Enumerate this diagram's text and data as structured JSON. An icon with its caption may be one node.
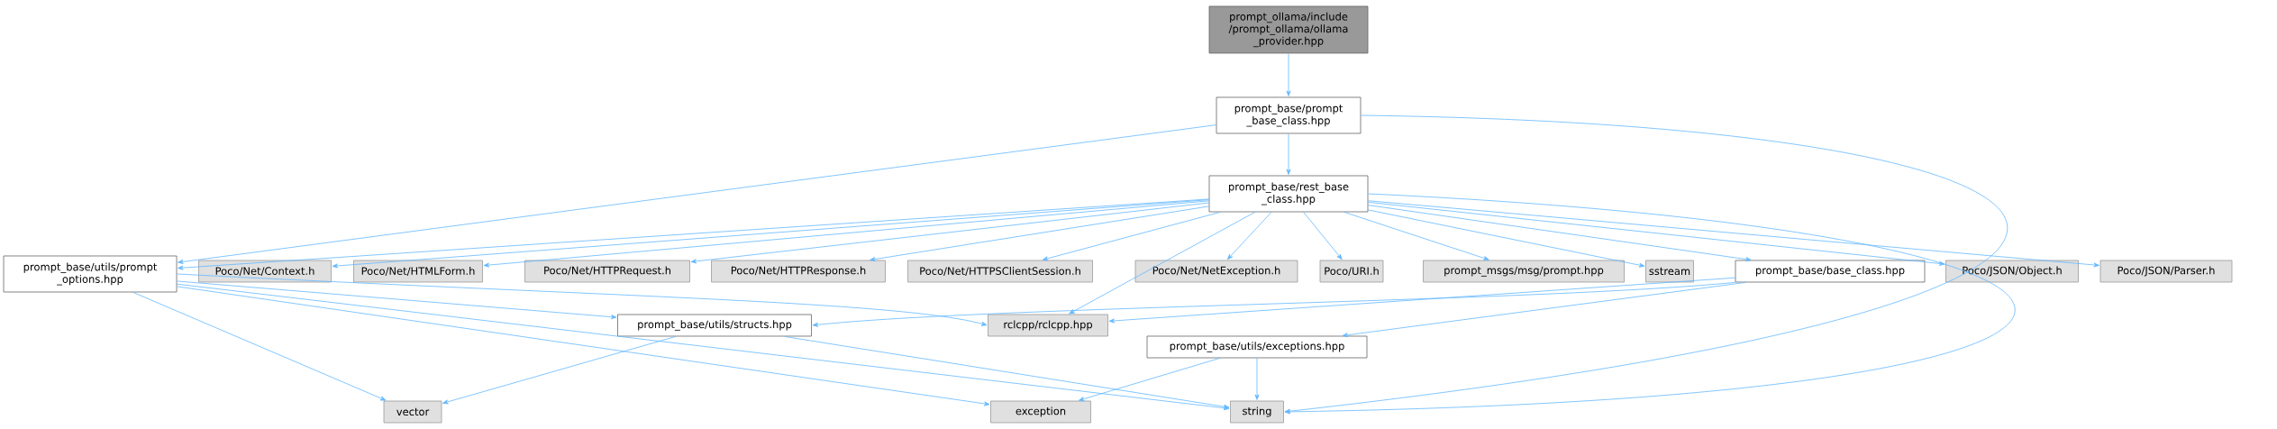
{
  "diagram": {
    "nodes": [
      {
        "text": [
          "prompt_ollama/include /prompt_ollama/ollama _provider.hpp"
        ]
      },
      {
        "text": [
          "prompt_base/prompt _base_class.hpp"
        ]
      },
      {
        "text": [
          "prompt_base/rest_base _class.hpp"
        ]
      },
      {
        "text": [
          "prompt_base/utils/prompt _options.hpp"
        ]
      },
      {
        "text": [
          "Poco/Net/Context.h"
        ]
      },
      {
        "text": [
          "Poco/Net/HTMLForm.h"
        ]
      },
      {
        "text": [
          "Poco/Net/HTTPRequest.h"
        ]
      },
      {
        "text": [
          "Poco/Net/HTTPResponse.h"
        ]
      },
      {
        "text": [
          "Poco/Net/HTTPSClientSession.h"
        ]
      },
      {
        "text": [
          "Poco/Net/NetException.h"
        ]
      },
      {
        "text": [
          "Poco/URI.h"
        ]
      },
      {
        "text": [
          "prompt_msgs/msg/prompt.hpp"
        ]
      },
      {
        "text": [
          "sstream"
        ]
      },
      {
        "text": [
          "prompt_base/base_class.hpp"
        ]
      },
      {
        "text": [
          "Poco/JSON/Object.h"
        ]
      },
      {
        "text": [
          "Poco/JSON/Parser.h"
        ]
      },
      {
        "text": [
          "prompt_base/utils/structs.hpp"
        ]
      },
      {
        "text": [
          "rclcpp/rclcpp.hpp"
        ]
      },
      {
        "text": [
          "prompt_base/utils/exceptions.hpp"
        ]
      },
      {
        "text": [
          "vector"
        ]
      },
      {
        "text": [
          "exception"
        ]
      },
      {
        "text": [
          "string"
        ]
      }
    ],
    "edges": [
      {
        "from": 0,
        "to": 1,
        "arrow": "to"
      },
      {
        "from": 1,
        "to": 2,
        "arrow": "to"
      },
      {
        "from": 1,
        "to": 3,
        "arrow": "to"
      },
      {
        "from": 1,
        "to": 21,
        "arrow": "to"
      },
      {
        "from": 2,
        "to": 3,
        "arrow": "to"
      },
      {
        "from": 2,
        "to": 4,
        "arrow": "to"
      },
      {
        "from": 2,
        "to": 5,
        "arrow": "to"
      },
      {
        "from": 2,
        "to": 6,
        "arrow": "to"
      },
      {
        "from": 2,
        "to": 7,
        "arrow": "to"
      },
      {
        "from": 2,
        "to": 8,
        "arrow": "to"
      },
      {
        "from": 2,
        "to": 9,
        "arrow": "to"
      },
      {
        "from": 2,
        "to": 10,
        "arrow": "to"
      },
      {
        "from": 2,
        "to": 11,
        "arrow": "to"
      },
      {
        "from": 2,
        "to": 12,
        "arrow": "to"
      },
      {
        "from": 2,
        "to": 13,
        "arrow": "to"
      },
      {
        "from": 2,
        "to": 14,
        "arrow": "to"
      },
      {
        "from": 2,
        "to": 15,
        "arrow": "to"
      },
      {
        "from": 2,
        "to": 17,
        "arrow": "to"
      },
      {
        "from": 2,
        "to": 21,
        "arrow": "to"
      },
      {
        "from": 3,
        "to": 16,
        "arrow": "to"
      },
      {
        "from": 3,
        "to": 17,
        "arrow": "to"
      },
      {
        "from": 3,
        "to": 19,
        "arrow": "to"
      },
      {
        "from": 3,
        "to": 20,
        "arrow": "to"
      },
      {
        "from": 3,
        "to": 21,
        "arrow": "to"
      },
      {
        "from": 13,
        "to": 16,
        "arrow": "to"
      },
      {
        "from": 13,
        "to": 17,
        "arrow": "to"
      },
      {
        "from": 13,
        "to": 18,
        "arrow": "to"
      },
      {
        "from": 16,
        "to": 19,
        "arrow": "to"
      },
      {
        "from": 16,
        "to": 21,
        "arrow": "to"
      },
      {
        "from": 18,
        "to": 20,
        "arrow": "to"
      },
      {
        "from": 18,
        "to": 21,
        "arrow": "to"
      }
    ]
  }
}
